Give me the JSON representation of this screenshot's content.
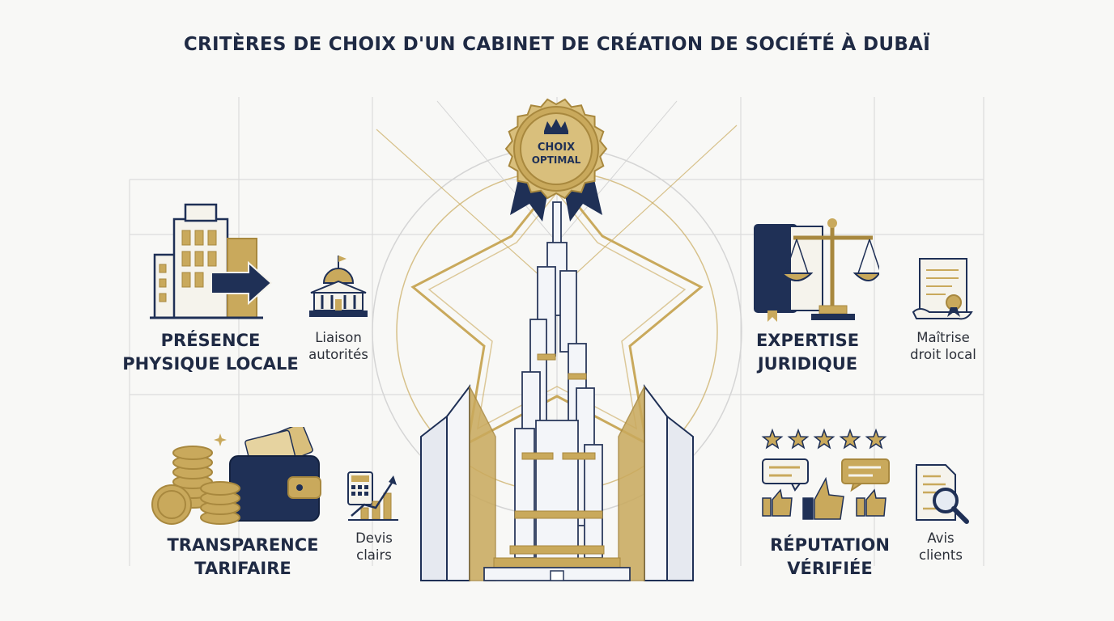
{
  "title": "CRITÈRES DE CHOIX D'UN CABINET DE CRÉATION DE SOCIÉTÉ À DUBAÏ",
  "badge": {
    "line1": "CHOIX",
    "line2": "OPTIMAL",
    "icon": "crown-icon"
  },
  "criteria": [
    {
      "title": [
        "PRÉSENCE",
        "PHYSIQUE LOCALE"
      ],
      "icon": "office-building-arrow-icon",
      "detail": [
        "Liaison",
        "autorités"
      ],
      "detail_icon": "government-building-icon"
    },
    {
      "title": [
        "EXPERTISE",
        "JURIDIQUE"
      ],
      "icon": "law-book-scales-icon",
      "detail": [
        "Maîtrise",
        "droit local"
      ],
      "detail_icon": "certificate-scroll-icon"
    },
    {
      "title": [
        "TRANSPARENCE",
        "TARIFAIRE"
      ],
      "icon": "coins-wallet-icon",
      "detail": [
        "Devis",
        "clairs"
      ],
      "detail_icon": "calculator-chart-icon"
    },
    {
      "title": [
        "RÉPUTATION",
        "VÉRIFIÉE"
      ],
      "icon": "stars-reviews-icon",
      "detail": [
        "Avis",
        "clients"
      ],
      "detail_icon": "document-magnifier-icon"
    }
  ],
  "colors": {
    "navy": "#1f3056",
    "gold": "#c9a95c",
    "gold_dark": "#a8883e",
    "grid": "#d9d9d9",
    "tower_light": "#eef1f6"
  }
}
